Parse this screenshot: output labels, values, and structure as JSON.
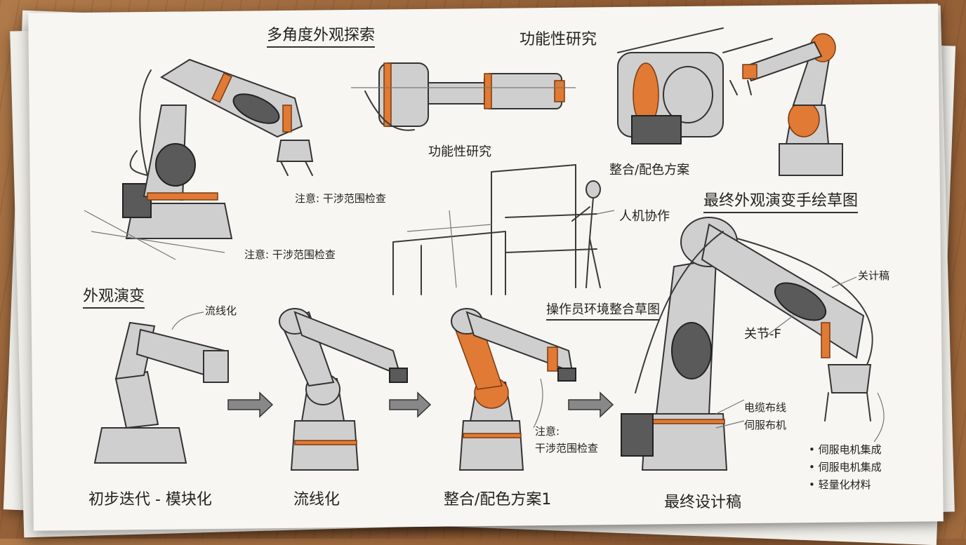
{
  "titles": {
    "multi_angle": "多角度外观探索",
    "functional_top": "功能性研究",
    "functional_mid": "功能性研究",
    "final_evolution": "最终外观演变手绘草图",
    "appearance_evolution": "外观演变",
    "operator_env": "操作员环境整合草图"
  },
  "notes": {
    "interference_1": "注意: 干涉范围检查",
    "interference_2": "注意: 干涉范围检查",
    "interference_3_line1": "注意:",
    "interference_3_line2": "干涉范围检查",
    "integration_color": "整合/配色方案",
    "human_robot": "人机协作",
    "streamline_callout": "流线化",
    "key_draft": "关计稿",
    "joint_f": "关节-F",
    "cable_routing": "电缆布线",
    "servo_routing": "伺服布机"
  },
  "stages": [
    {
      "label": "初步迭代 - 模块化"
    },
    {
      "label": "流线化"
    },
    {
      "label": "整合/配色方案1"
    },
    {
      "label": "最终设计稿"
    }
  ],
  "features": [
    "• 伺服电机集成",
    "• 伺服电机集成",
    "• 轻量化材料"
  ],
  "colors": {
    "accent": "#e07a35",
    "paper": "#f7f6f2",
    "table": "#9a643a"
  }
}
